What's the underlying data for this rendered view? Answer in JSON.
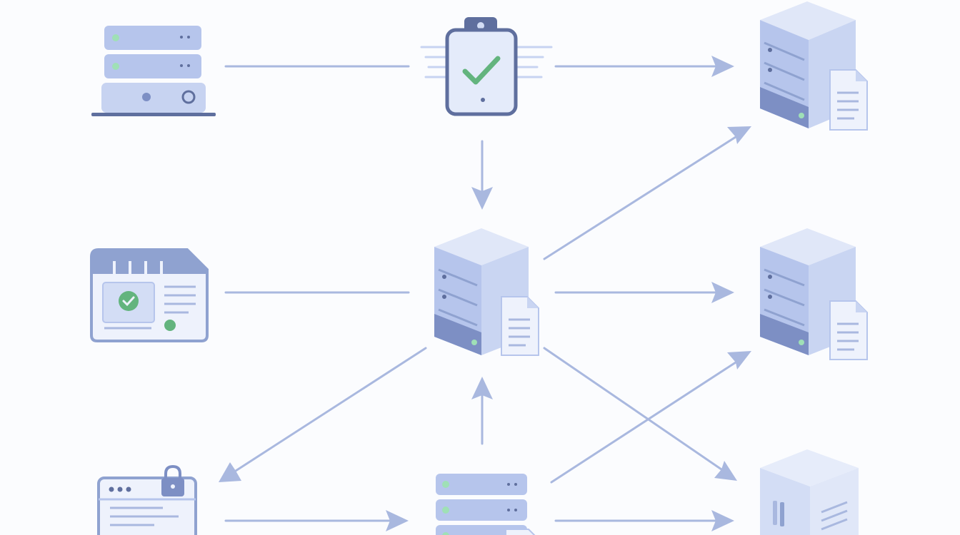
{
  "colors": {
    "background": "#fbfcfe",
    "connector": "#a9b8df",
    "connector_dark": "#8fa2d0",
    "fill_light": "#d3ddf5",
    "fill_mid": "#b6c5ec",
    "fill_dark": "#7d8fc4",
    "outline": "#5f6f9e",
    "status_green": "#63b47e",
    "status_mint": "#9fe0b6",
    "document": "#eef2fc"
  },
  "nodes": [
    {
      "id": "rack-server",
      "icon": "rack-server-icon"
    },
    {
      "id": "approval-tablet",
      "icon": "clipboard-check-icon"
    },
    {
      "id": "storage-top",
      "icon": "storage-server-document-icon"
    },
    {
      "id": "web-panel",
      "icon": "browser-window-icon"
    },
    {
      "id": "storage-center",
      "icon": "storage-server-document-icon"
    },
    {
      "id": "storage-middle",
      "icon": "storage-server-document-icon"
    },
    {
      "id": "locked-window",
      "icon": "locked-window-icon"
    },
    {
      "id": "rack-server-bottom",
      "icon": "rack-server-icon"
    },
    {
      "id": "storage-cube",
      "icon": "storage-cube-icon"
    }
  ],
  "edges": [
    {
      "from": "rack-server",
      "to": "approval-tablet",
      "arrow": false
    },
    {
      "from": "approval-tablet",
      "to": "storage-top",
      "arrow": true
    },
    {
      "from": "approval-tablet",
      "to": "storage-center",
      "arrow": true
    },
    {
      "from": "web-panel",
      "to": "storage-center",
      "arrow": false
    },
    {
      "from": "storage-center",
      "to": "storage-middle",
      "arrow": true
    },
    {
      "from": "storage-center",
      "to": "storage-top",
      "arrow": true
    },
    {
      "from": "storage-center",
      "to": "locked-window",
      "arrow": true
    },
    {
      "from": "storage-center",
      "to": "storage-cube",
      "arrow": true
    },
    {
      "from": "rack-server-bottom",
      "to": "storage-center",
      "arrow": true
    },
    {
      "from": "rack-server-bottom",
      "to": "storage-middle",
      "arrow": true
    },
    {
      "from": "locked-window",
      "to": "rack-server-bottom",
      "arrow": true
    },
    {
      "from": "rack-server-bottom",
      "to": "storage-cube",
      "arrow": true
    }
  ]
}
